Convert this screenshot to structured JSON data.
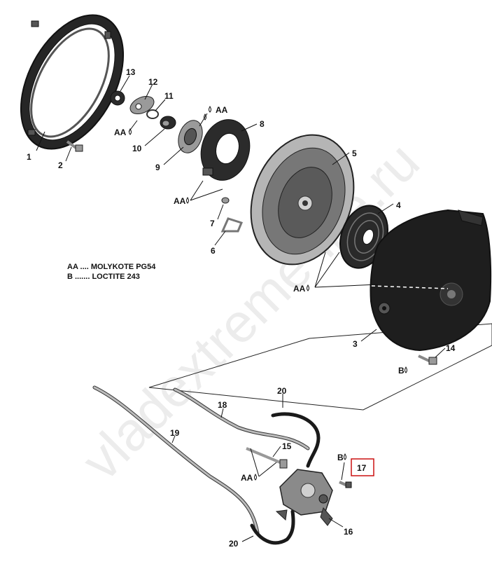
{
  "diagram": {
    "callouts": {
      "c1": "1",
      "c2": "2",
      "c3": "3",
      "c4": "4",
      "c5": "5",
      "c6": "6",
      "c7": "7",
      "c8": "8",
      "c9": "9",
      "c10": "10",
      "c11": "11",
      "c12": "12",
      "c13": "13",
      "c14": "14",
      "c15": "15",
      "c16": "16",
      "c17": "17",
      "c18": "18",
      "c19": "19",
      "c20a": "20",
      "c20b": "20"
    },
    "markers": {
      "aa": "AA",
      "b": "B"
    },
    "legend": {
      "aa_line": "AA .... MOLYKOTE PG54",
      "b_line": "B ....... LOCTITE 243"
    },
    "highlight_color": "#cc1111",
    "watermark": "vladextreme-life.ru"
  }
}
